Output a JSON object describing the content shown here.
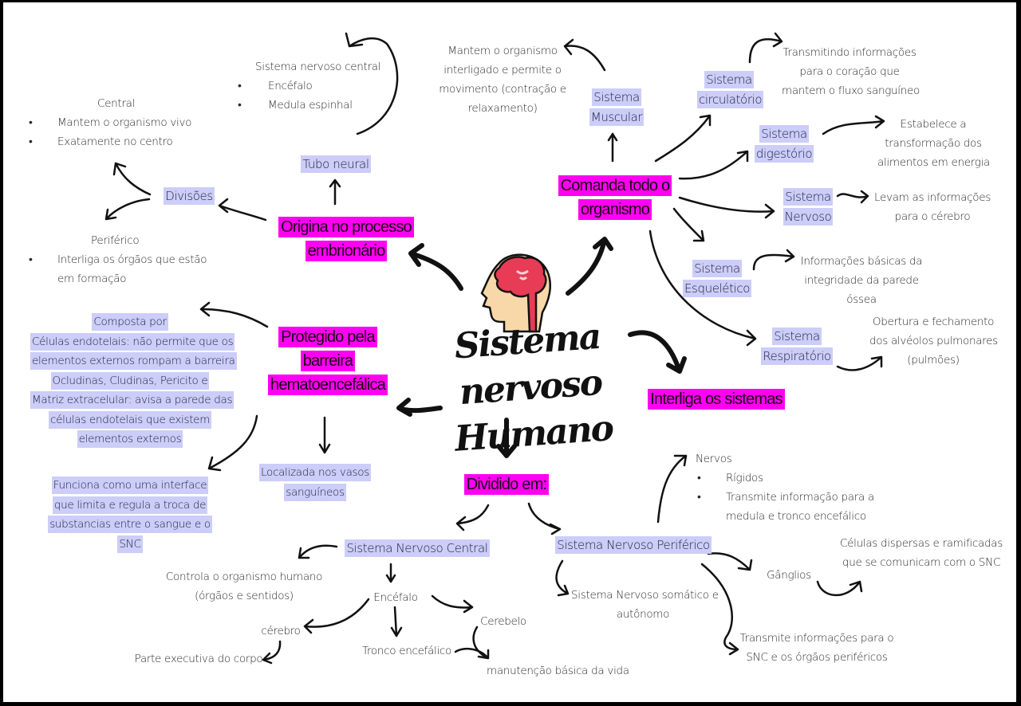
{
  "colors": {
    "main_highlight": "#ff00f2",
    "sub_highlight": "#cccdf8",
    "brain": "#e83b55",
    "skin": "#f8d7a8"
  },
  "center": {
    "line1": "Sistema nervoso",
    "line2": "Humano",
    "icon": "brain-head-icon"
  },
  "main_nodes": {
    "origina": [
      "Origina no processo",
      "embrionário"
    ],
    "comanda": [
      "Comanda todo o",
      "organismo"
    ],
    "protegido": [
      "Protegido pela",
      "barreira",
      "hematoencefálica"
    ],
    "interliga": [
      "Interliga os sistemas"
    ],
    "dividido": [
      "Dividido em:"
    ]
  },
  "origina_branch": {
    "tubo_neural": "Tubo neural",
    "snc_title": "Sistema nervoso central",
    "snc_items": [
      "Encéfalo",
      "Medula espinhal"
    ],
    "divisoes": "Divisões",
    "central_title": "Central",
    "central_items": [
      "Mantem o organismo vivo",
      "Exatamente no centro"
    ],
    "periferico_title": "Periférico",
    "periferico_items": [
      "Interliga os órgãos que estão",
      "em formação"
    ]
  },
  "comanda_branch": {
    "muscular": [
      "Sistema",
      "Muscular"
    ],
    "muscular_desc": [
      "Mantem o organismo",
      "interligado e permite o",
      "movimento (contração e",
      "relaxamento)"
    ],
    "circulatorio": [
      "Sistema",
      "circulatório"
    ],
    "circulatorio_desc": [
      "Transmitindo informações",
      "para o coração que",
      "mantem o fluxo sanguíneo"
    ],
    "digestorio": [
      "Sistema",
      "digestório"
    ],
    "digestorio_desc": [
      "Estabelece a",
      "transformação dos",
      "alimentos em energia"
    ],
    "nervoso": [
      "Sistema",
      "Nervoso"
    ],
    "nervoso_desc": [
      "Levam as informações",
      "para o cérebro"
    ],
    "esqueletico": [
      "Sistema",
      "Esquelético"
    ],
    "esqueletico_desc": [
      "Informações básicas da",
      "integridade da parede",
      "óssea"
    ],
    "respiratorio": [
      "Sistema",
      "Respiratório"
    ],
    "respiratorio_desc": [
      "Obertura e fechamento",
      "dos alvéolos pulmonares",
      "(pulmões)"
    ]
  },
  "protegido_branch": {
    "composta": [
      "Composta por",
      "Células endotelais: não permite que os",
      "elementos externos rompam a barreira",
      "Ocludinas, Cludinas, Pericito e",
      "Matriz extracelular: avisa a parede das",
      "células endotelais que existem",
      "elementos externos"
    ],
    "funciona": [
      "Funciona como uma interface",
      "que limita e regula a troca de",
      "substancias entre o sangue e o",
      "SNC"
    ],
    "localizada": [
      "Localizada nos vasos",
      "sanguíneos"
    ]
  },
  "dividido_branch": {
    "snc": "Sistema Nervoso Central",
    "controla": [
      "Controla o organismo humano",
      "(órgãos e sentidos)"
    ],
    "encefalo": "Encéfalo",
    "cerebro": "cérebro",
    "parte_executiva": "Parte executiva do corpo",
    "tronco": "Tronco encefálico",
    "cerebelo": "Cerebelo",
    "manutencao": "manutenção básica da vida",
    "snp": "Sistema Nervoso Periférico",
    "nervos_title": "Nervos",
    "nervos_items": [
      "Rígidos",
      "Transmite informação para a",
      "medula e tronco encefálico"
    ],
    "somatico": [
      "Sistema Nervoso somático e",
      "autônomo"
    ],
    "ganglios": "Gânglios",
    "ganglios_desc": [
      "Células dispersas e ramificadas",
      "que se comunicam com o SNC"
    ],
    "transmite": [
      "Transmite informações para o",
      "SNC e os órgãos periféricos"
    ]
  }
}
